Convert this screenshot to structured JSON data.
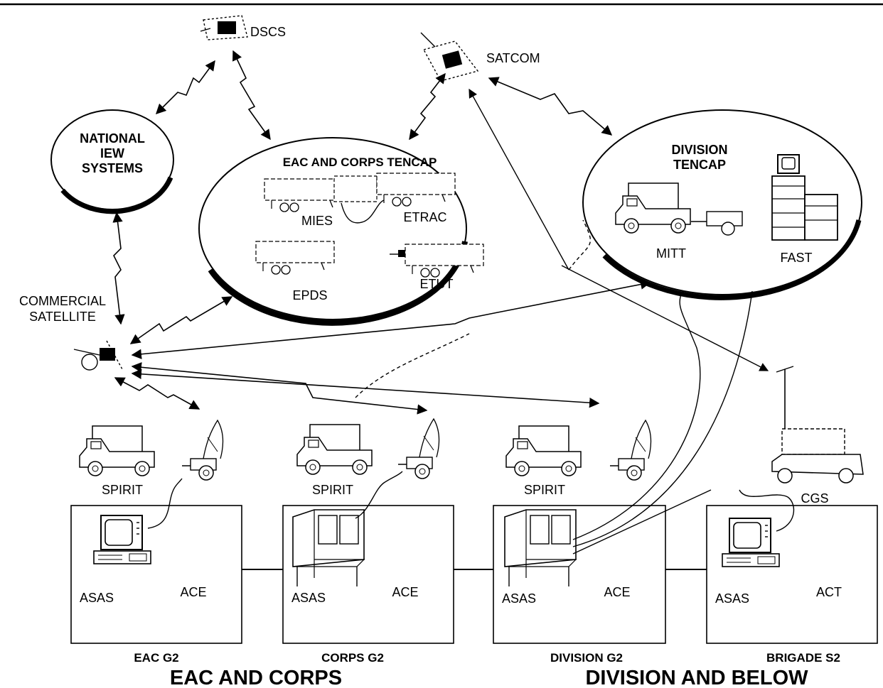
{
  "satellites": {
    "dscs": "DSCS",
    "satcom": "SATCOM",
    "commercial_line1": "COMMERCIAL",
    "commercial_line2": "SATELLITE"
  },
  "national": {
    "line1": "NATIONAL",
    "line2": "IEW",
    "line3": "SYSTEMS"
  },
  "eac_tencap": {
    "title": "EAC AND CORPS TENCAP",
    "mies": "MIES",
    "etrac": "ETRAC",
    "epds": "EPDS",
    "etut": "ETUT"
  },
  "division_tencap": {
    "line1": "DIVISION",
    "line2": "TENCAP",
    "mitt": "MITT",
    "fast": "FAST"
  },
  "spirit": [
    "SPIRIT",
    "SPIRIT",
    "SPIRIT"
  ],
  "cgs": "CGS",
  "cells": [
    {
      "left": "ASAS",
      "right": "ACE",
      "caption": "EAC G2"
    },
    {
      "left": "ASAS",
      "right": "ACE",
      "caption": "CORPS G2"
    },
    {
      "left": "ASAS",
      "right": "ACE",
      "caption": "DIVISION G2"
    },
    {
      "left": "ASAS",
      "right": "ACT",
      "caption": "BRIGADE S2"
    }
  ],
  "footer": {
    "left": "EAC AND CORPS",
    "right": "DIVISION AND BELOW"
  }
}
